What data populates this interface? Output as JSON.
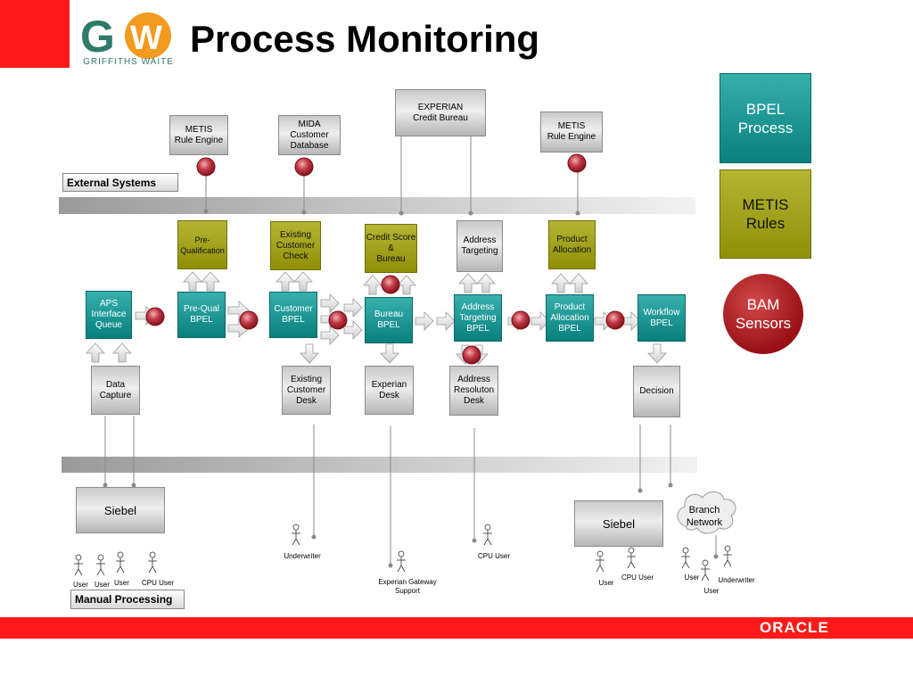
{
  "header": {
    "title": "Process Monitoring",
    "logo_text": "GW",
    "logo_subtitle": "GRIFFITHS WAITE"
  },
  "lanes": {
    "external_label": "External Systems",
    "manual_label": "Manual Processing"
  },
  "external_systems": [
    {
      "id": "metis1",
      "label": "METIS\nRule Engine"
    },
    {
      "id": "mida",
      "label": "MIDA\nCustomer\nDatabase"
    },
    {
      "id": "experian",
      "label": "EXPERIAN\nCredit Bureau"
    },
    {
      "id": "metis2",
      "label": "METIS\nRule Engine"
    }
  ],
  "rules": [
    {
      "id": "prequal",
      "label": "Pre-\nQualification"
    },
    {
      "id": "existing_check",
      "label": "Existing\nCustomer\nCheck"
    },
    {
      "id": "credit",
      "label": "Credit Score\n&\nBureau"
    },
    {
      "id": "address_target",
      "label": "Address\nTargeting"
    },
    {
      "id": "product_alloc",
      "label": "Product\nAllocation"
    }
  ],
  "processes": [
    {
      "id": "aps",
      "label": "APS\nInterface\nQueue"
    },
    {
      "id": "prequal_bpel",
      "label": "Pre-Qual\nBPEL"
    },
    {
      "id": "customer_bpel",
      "label": "Customer\nBPEL"
    },
    {
      "id": "bureau_bpel",
      "label": "Bureau\nBPEL"
    },
    {
      "id": "address_bpel",
      "label": "Address\nTargeting\nBPEL"
    },
    {
      "id": "product_bpel",
      "label": "Product\nAllocation\nBPEL"
    },
    {
      "id": "workflow_bpel",
      "label": "Workflow\nBPEL"
    }
  ],
  "manual": [
    {
      "id": "data_capture",
      "label": "Data\nCapture"
    },
    {
      "id": "existing_desk",
      "label": "Existing\nCustomer\nDesk"
    },
    {
      "id": "experian_desk",
      "label": "Experian\nDesk"
    },
    {
      "id": "address_desk",
      "label": "Address\nResoluton\nDesk"
    },
    {
      "id": "decision",
      "label": "Decision"
    }
  ],
  "siebel": [
    {
      "id": "siebel1",
      "label": "Siebel"
    },
    {
      "id": "siebel2",
      "label": "Siebel"
    }
  ],
  "branch_network": "Branch\nNetwork",
  "actors": {
    "left_group": [
      "User",
      "User",
      "User",
      "CPU User"
    ],
    "underwriter": "Underwriter",
    "experian_support": "Experian Gateway\nSupport",
    "cpu_user_mid": "CPU User",
    "right_group": [
      "User",
      "CPU User"
    ],
    "branch_group": [
      "User",
      "User",
      "Underwriter"
    ]
  },
  "legend": {
    "bpel": "BPEL\nProcess",
    "metis": "METIS\nRules",
    "bam": "BAM\nSensors"
  },
  "footer": {
    "brand": "ORACLE"
  },
  "colors": {
    "accent_red": "#ff1a1a",
    "bpel_teal": "#08807e",
    "metis_olive": "#8f9006",
    "bam_red": "#9a0f16"
  }
}
